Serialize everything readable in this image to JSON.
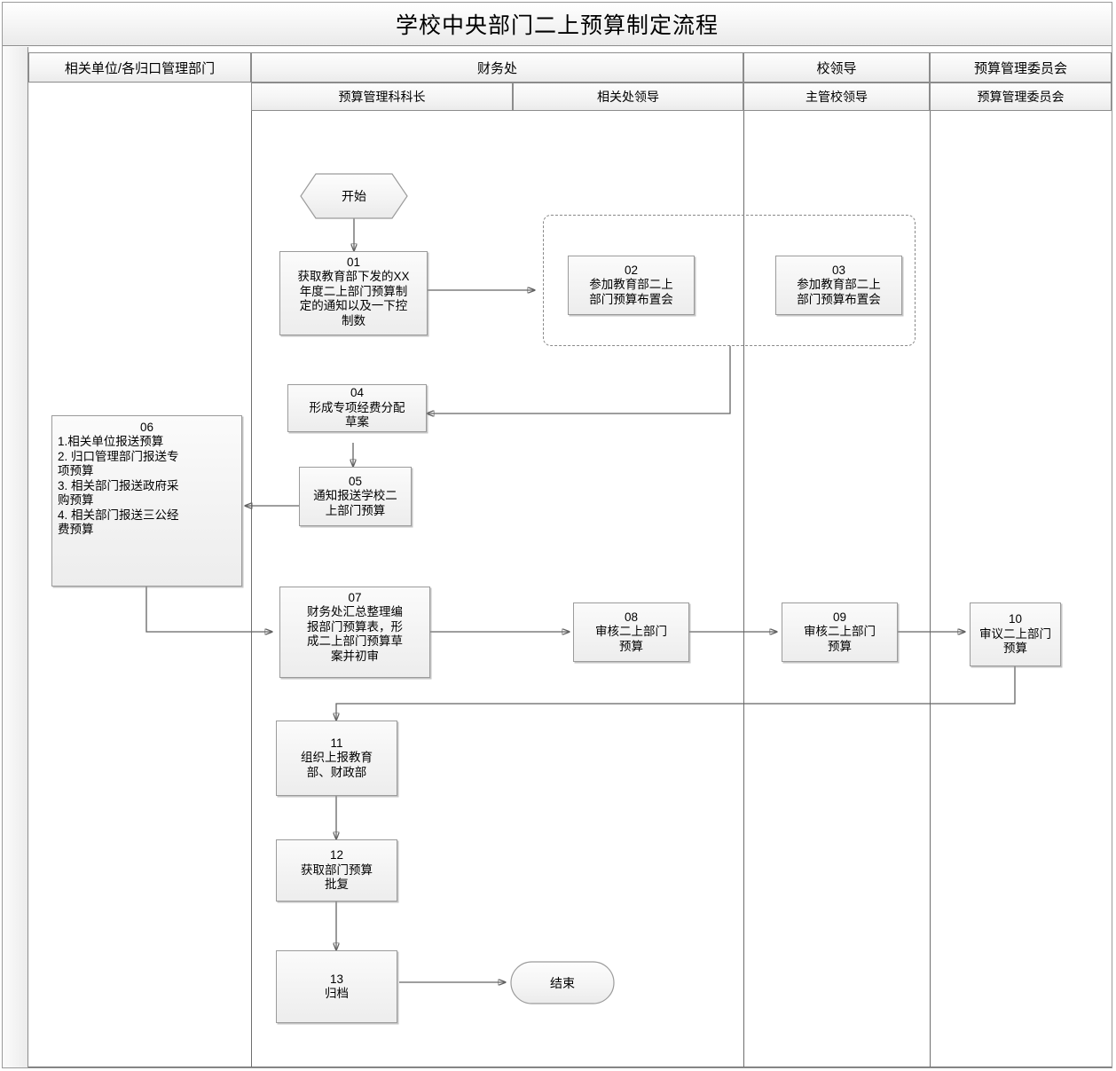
{
  "title": "学校中央部门二上预算制定流程",
  "header": {
    "row1": [
      {
        "label": "相关单位/各归口管理部门"
      },
      {
        "label": "财务处"
      },
      {
        "label": "校领导"
      },
      {
        "label": "预算管理委员会"
      }
    ],
    "row2": [
      {
        "label": "预算管理科科长"
      },
      {
        "label": "相关处领导"
      },
      {
        "label": "主管校领导"
      },
      {
        "label": "预算管理委员会"
      }
    ]
  },
  "terminators": {
    "start": "开始",
    "end": "结束"
  },
  "chart_data": {
    "type": "diagram",
    "title": "学校中央部门二上预算制定流程",
    "lanes": [
      "相关单位/各归口管理部门",
      "预算管理科科长",
      "相关处领导",
      "主管校领导",
      "预算管理委员会"
    ],
    "nodes": [
      {
        "num": "01",
        "lane": "预算管理科科长",
        "label": "获取教育部下发的XX年度二上部门预算制定的通知以及一下控制数"
      },
      {
        "num": "02",
        "lane": "相关处领导",
        "label": "参加教育部二上部门预算布置会"
      },
      {
        "num": "03",
        "lane": "主管校领导",
        "label": "参加教育部二上部门预算布置会"
      },
      {
        "num": "04",
        "lane": "预算管理科科长",
        "label": "形成专项经费分配草案"
      },
      {
        "num": "05",
        "lane": "预算管理科科长",
        "label": "通知报送学校二上部门预算"
      },
      {
        "num": "06",
        "lane": "相关单位/各归口管理部门",
        "label": "1.相关单位报送预算\n2. 归口管理部门报送专项预算\n3. 相关部门报送政府采购预算\n4. 相关部门报送三公经费预算"
      },
      {
        "num": "07",
        "lane": "预算管理科科长",
        "label": "财务处汇总整理编报部门预算表，形成二上部门预算草案并初审"
      },
      {
        "num": "08",
        "lane": "相关处领导",
        "label": "审核二上部门预算"
      },
      {
        "num": "09",
        "lane": "主管校领导",
        "label": "审核二上部门预算"
      },
      {
        "num": "10",
        "lane": "预算管理委员会",
        "label": "审议二上部门预算"
      },
      {
        "num": "11",
        "lane": "预算管理科科长",
        "label": "组织上报教育部、财政部"
      },
      {
        "num": "12",
        "lane": "预算管理科科长",
        "label": "获取部门预算批复"
      },
      {
        "num": "13",
        "lane": "预算管理科科长",
        "label": "归档"
      }
    ],
    "edges": [
      {
        "from": "开始",
        "to": "01"
      },
      {
        "from": "01",
        "to": "02"
      },
      {
        "from": "02-03-group",
        "to": "04"
      },
      {
        "from": "04",
        "to": "05"
      },
      {
        "from": "05",
        "to": "06"
      },
      {
        "from": "06",
        "to": "07"
      },
      {
        "from": "07",
        "to": "08"
      },
      {
        "from": "08",
        "to": "09"
      },
      {
        "from": "09",
        "to": "10"
      },
      {
        "from": "10",
        "to": "11"
      },
      {
        "from": "11",
        "to": "12"
      },
      {
        "from": "12",
        "to": "13"
      },
      {
        "from": "13",
        "to": "结束"
      }
    ],
    "groups": [
      {
        "name": "meeting-group",
        "style": "dashed",
        "members": [
          "02",
          "03"
        ]
      }
    ]
  },
  "nodes": {
    "n01": {
      "num": "01",
      "l1": "获取教育部下发的XX",
      "l2": "年度二上部门预算制",
      "l3": "定的通知以及一下控",
      "l4": "制数"
    },
    "n02": {
      "num": "02",
      "l1": "参加教育部二上",
      "l2": "部门预算布置会"
    },
    "n03": {
      "num": "03",
      "l1": "参加教育部二上",
      "l2": "部门预算布置会"
    },
    "n04": {
      "num": "04",
      "l1": "形成专项经费分配",
      "l2": "草案"
    },
    "n05": {
      "num": "05",
      "l1": "通知报送学校二",
      "l2": "上部门预算"
    },
    "n06": {
      "num": "06",
      "l1": "1.相关单位报送预算",
      "l2": "2. 归口管理部门报送专",
      "l3": "项预算",
      "l4": "3. 相关部门报送政府采",
      "l5": "购预算",
      "l6": "4. 相关部门报送三公经",
      "l7": "费预算"
    },
    "n07": {
      "num": "07",
      "l1": "财务处汇总整理编",
      "l2": "报部门预算表，形",
      "l3": "成二上部门预算草",
      "l4": "案并初审"
    },
    "n08": {
      "num": "08",
      "l1": "审核二上部门",
      "l2": "预算"
    },
    "n09": {
      "num": "09",
      "l1": "审核二上部门",
      "l2": "预算"
    },
    "n10": {
      "num": "10",
      "l1": "审议二上部门",
      "l2": "预算"
    },
    "n11": {
      "num": "11",
      "l1": "组织上报教育",
      "l2": "部、财政部"
    },
    "n12": {
      "num": "12",
      "l1": "获取部门预算",
      "l2": "批复"
    },
    "n13": {
      "num": "13",
      "l1": "归档"
    }
  }
}
